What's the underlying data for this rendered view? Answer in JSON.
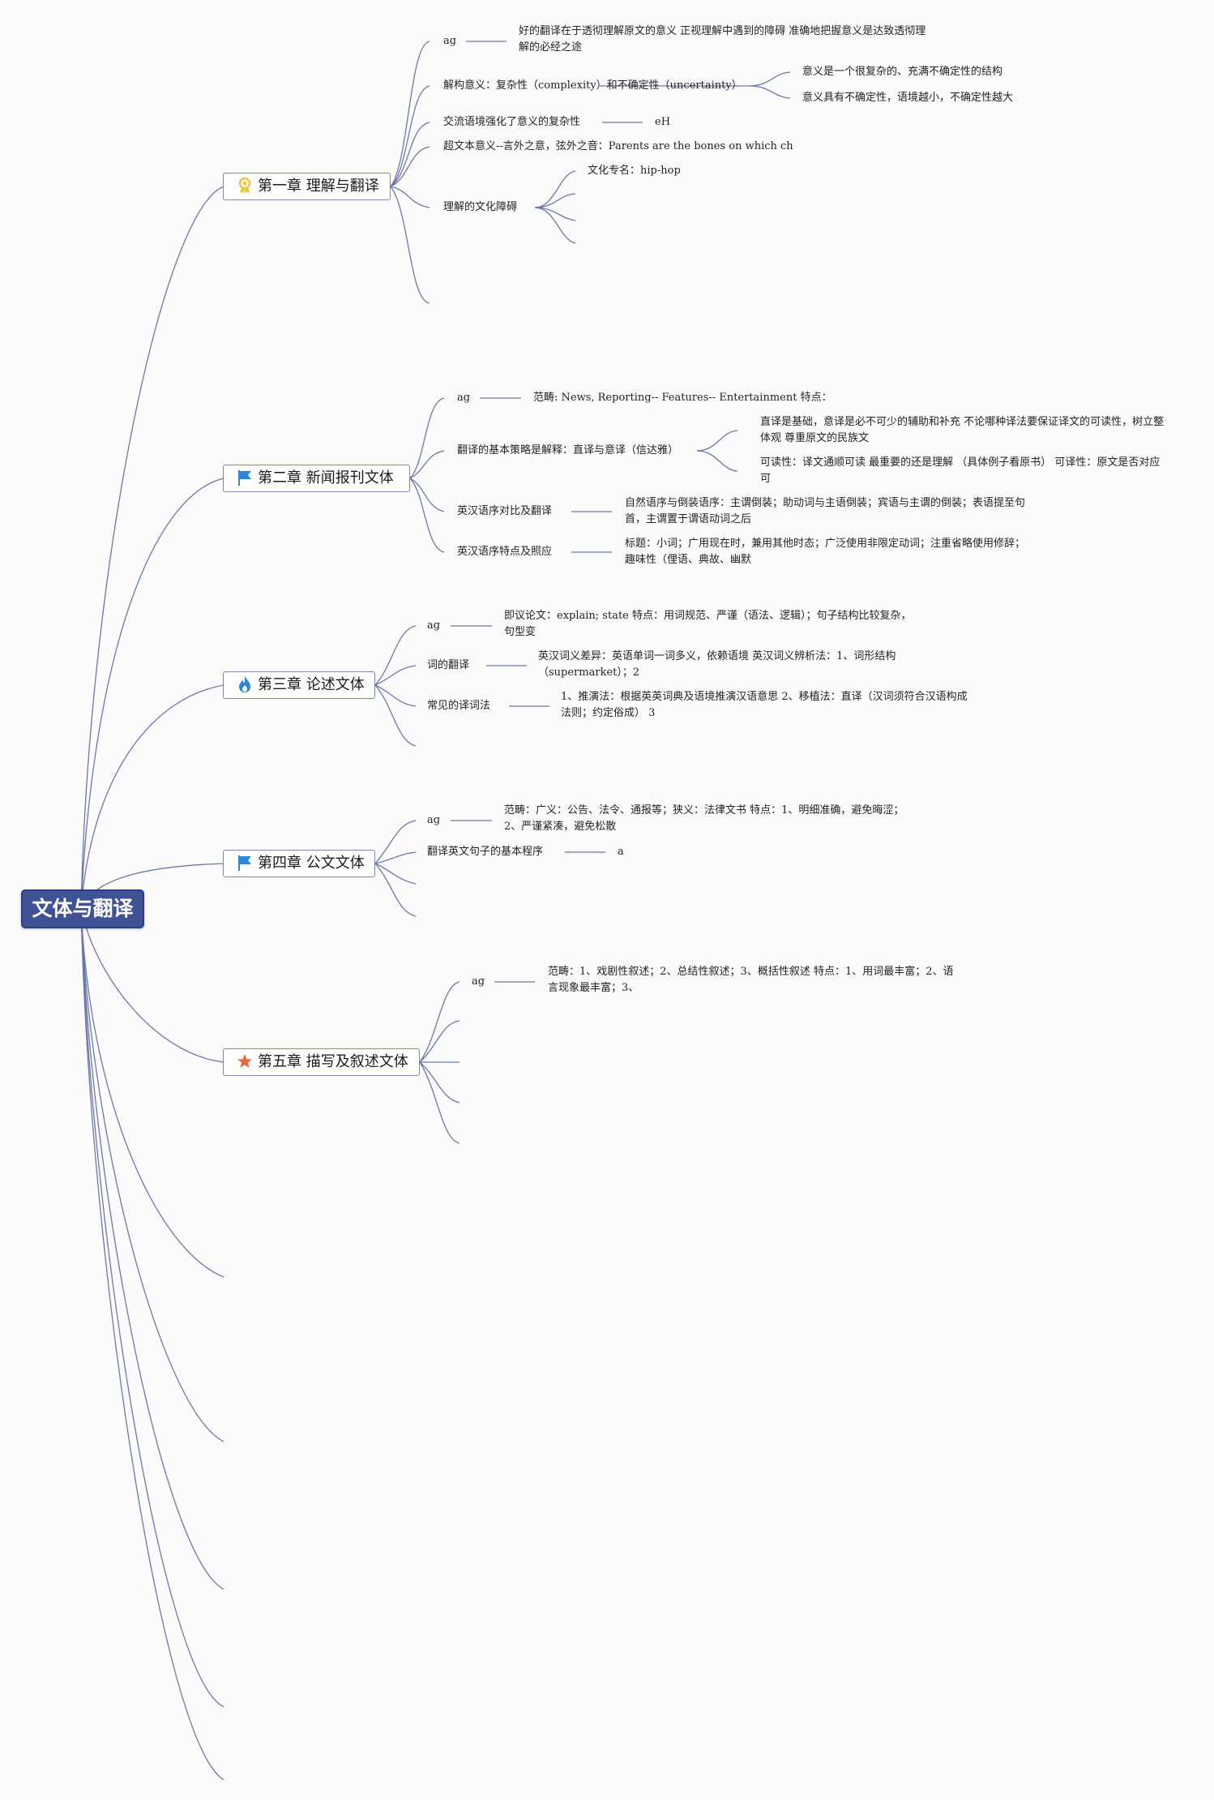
{
  "root": "文体与翻译",
  "chapters": [
    {
      "title": "第一章 理解与翻译",
      "icon": "award-ribbon-icon",
      "nodes": {
        "ag": "ag",
        "ag_child": "好的翻译在于透彻理解原文的意义 正视理解中遇到的障碍 准确地把握意义是达致透彻理解的必经之途",
        "deconstruct": "解构意义：复杂性（complexity）和不确定性（uncertainty）",
        "deconstruct_child1": "意义是一个很复杂的、充满不确定性的结构",
        "deconstruct_child2": "意义具有不确定性，语境越小，不确定性越大",
        "context": "交流语境强化了意义的复杂性",
        "context_child": "eH",
        "hypertext": "超文本意义--言外之意，弦外之音：Parents are the bones on which ch",
        "cultural": "理解的文化障碍",
        "cultural_child1": "文化专名：hip-hop"
      }
    },
    {
      "title": "第二章 新闻报刊文体",
      "icon": "flag-icon",
      "nodes": {
        "ag": "ag",
        "ag_child": "范畴: News, Reporting-- Features-- Entertainment 特点：",
        "strategy": "翻译的基本策略是解释：直译与意译（信达雅）",
        "strategy_child1": "直译是基础，意译是必不可少的辅助和补充 不论哪种译法要保证译文的可读性，树立整体观 尊重原文的民族文",
        "strategy_child2": "可读性：译文通顺可读 最重要的还是理解 （具体例子看原书） 可译性：原文是否对应可",
        "order": "英汉语序对比及翻译",
        "order_child": "自然语序与倒装语序：主谓倒装；助动词与主语倒装；宾语与主谓的倒装；表语提至句首，主谓置于谓语动词之后",
        "feature": "英汉语序特点及照应",
        "feature_child": "标题：小词；广用现在时，兼用其他时态；广泛使用非限定动词；注重省略使用修辞；趣味性（俚语、典故、幽默"
      }
    },
    {
      "title": "第三章 论述文体",
      "icon": "flame-icon",
      "nodes": {
        "ag": "ag",
        "ag_child": "即议论文：explain; state 特点：用词规范、严谨（语法、逻辑）；句子结构比较复杂，句型变",
        "words": "词的翻译",
        "words_child": "英汉词义差异：英语单词一词多义，依赖语境 英汉词义辨析法：1、词形结构（supermarket）；2",
        "methods": "常见的译词法",
        "methods_child": "1、推演法：根据英英词典及语境推演汉语意思 2、移植法：直译（汉词须符合汉语构成法则；约定俗成） 3"
      }
    },
    {
      "title": "第四章 公文文体",
      "icon": "flag-icon",
      "nodes": {
        "ag": "ag",
        "ag_child": "范畴：广义：公告、法令、通报等；狭义：法律文书 特点：1、明细准确，避免晦涩；2、严谨紧凑，避免松散",
        "procedure": "翻译英文句子的基本程序",
        "procedure_child": "a"
      }
    },
    {
      "title": "第五章 描写及叙述文体",
      "icon": "star-icon",
      "nodes": {
        "ag": "ag",
        "ag_child": "范畴：1、戏剧性叙述；2、总结性叙述；3、概括性叙述 特点：1、用词最丰富；2、语言现象最丰富；3、"
      }
    }
  ],
  "colors": {
    "line": "#6b77a8",
    "root_fill": "#3f5296",
    "chapter_border": "#7d86ad",
    "icon_award": "#f2c12e",
    "icon_flag": "#2f86d6",
    "icon_flame": "#2f86d6",
    "icon_star": "#e9663a"
  }
}
